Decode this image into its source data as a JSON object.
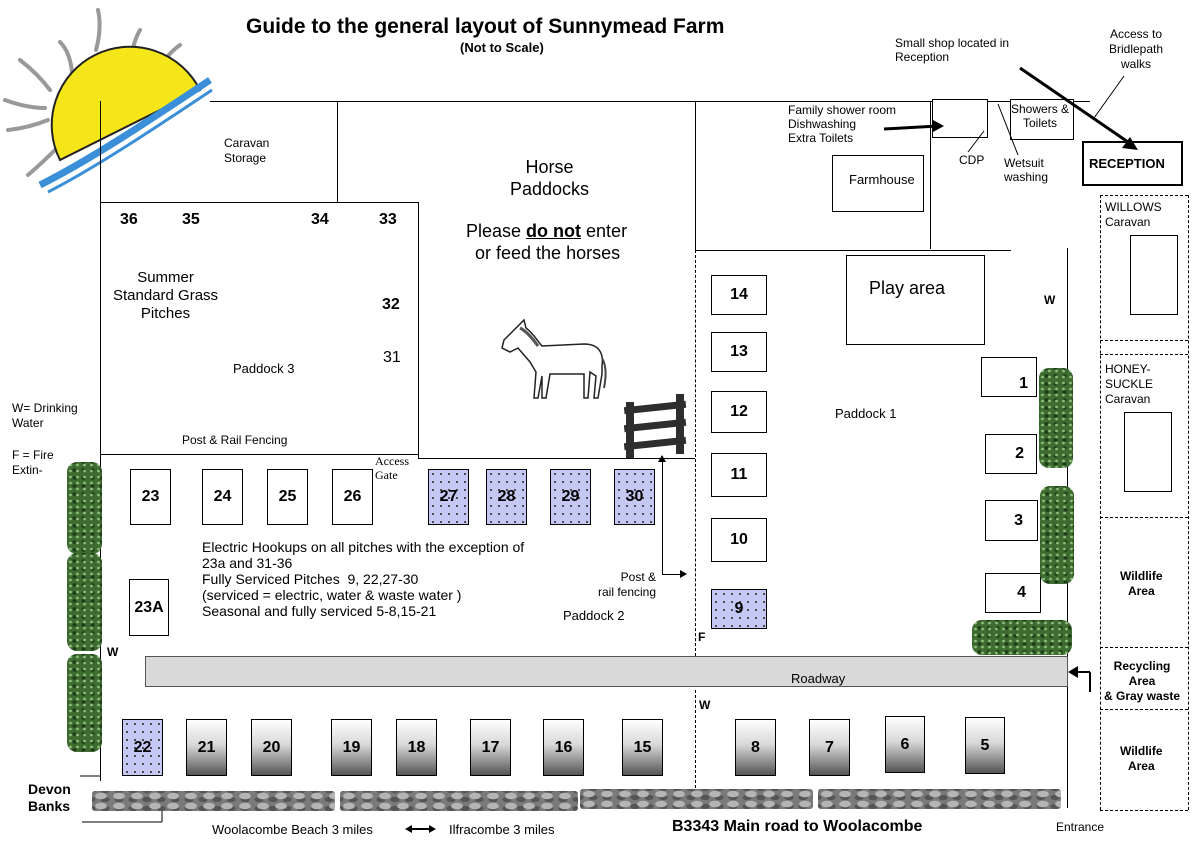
{
  "title": "Guide to the general layout of Sunnymead Farm",
  "subtitle": "(Not to Scale)",
  "labels": {
    "caravan_storage": "Caravan\nStorage",
    "horse_paddocks": "Horse\nPaddocks",
    "please": "Please ",
    "do_not": "do not",
    "enter": " enter",
    "or_feed": "or feed the horses",
    "summer_pitches": "Summer\nStandard Grass\nPitches",
    "paddock3": "Paddock 3",
    "post_rail_top": "Post & Rail Fencing",
    "access_gate": "Access\nGate",
    "drinking_water": "W= Drinking\nWater",
    "fire_ext": "F = Fire\nExtin-",
    "electric_info": "Electric Hookups on all pitches with the exception of\n23a and 31-36\nFully Serviced Pitches  9, 22,27-30\n(serviced = electric, water & waste water )\nSeasonal and fully serviced 5-8,15-21",
    "post_rail_mid": "Post &\nrail fencing",
    "paddock2": "Paddock 2",
    "paddock1": "Paddock 1",
    "play_area": "Play area",
    "farmhouse": "Farmhouse",
    "family_shower": "Family shower room\nDishwashing\nExtra Toilets",
    "small_shop": "Small shop located in\nReception",
    "showers_toilets": "Showers &\nToilets",
    "cdp": "CDP",
    "wetsuit": "Wetsuit\nwashing",
    "access_bridle": "Access to\nBridlepath\nwalks",
    "reception": "RECEPTION",
    "willows": "WILLOWS\nCaravan",
    "honeysuckle": "HONEY-\nSUCKLE\nCaravan",
    "wildlife1": "Wildlife\nArea",
    "recycling": "Recycling\nArea\n& Gray waste",
    "wildlife2": "Wildlife\nArea",
    "roadway": "Roadway",
    "devon_banks": "Devon\nBanks",
    "woolacombe_beach": "Woolacombe Beach 3 miles",
    "ilfracombe": "Ilfracombe 3 miles",
    "main_road": "B3343 Main road to Woolacombe",
    "entrance": "Entrance",
    "w": "W",
    "f": "F"
  },
  "pitches": {
    "p36": "36",
    "p35": "35",
    "p34": "34",
    "p33": "33",
    "p32": "32",
    "p31": "31",
    "p23": "23",
    "p24": "24",
    "p25": "25",
    "p26": "26",
    "p27": "27",
    "p28": "28",
    "p29": "29",
    "p30": "30",
    "p23a": "23A",
    "p22": "22",
    "p21": "21",
    "p20": "20",
    "p19": "19",
    "p18": "18",
    "p17": "17",
    "p16": "16",
    "p15": "15",
    "p8": "8",
    "p7": "7",
    "p6": "6",
    "p5": "5",
    "p14": "14",
    "p13": "13",
    "p12": "12",
    "p11": "11",
    "p10": "10",
    "p9": "9",
    "p1": "1",
    "p2": "2",
    "p3": "3",
    "p4": "4"
  },
  "colors": {
    "serviced": "#c5c8f3",
    "hedge": "#3d6b30",
    "sun": "#f5e61a",
    "sun_wave": "#3a8fd8"
  }
}
